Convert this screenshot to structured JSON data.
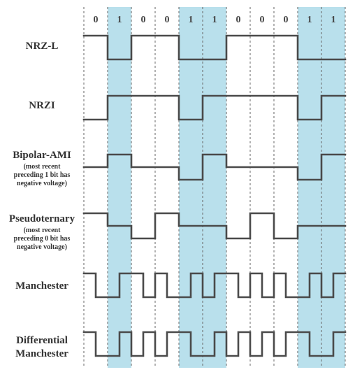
{
  "bits": [
    "0",
    "1",
    "0",
    "0",
    "1",
    "1",
    "0",
    "0",
    "0",
    "1",
    "1"
  ],
  "colors": {
    "band": "#b9e0ec",
    "line": "#4a4a4a",
    "grid": "#666666",
    "text": "#333333"
  },
  "rows": [
    {
      "id": "nrz-l",
      "title": "NRZ-L",
      "note": []
    },
    {
      "id": "nrzi",
      "title": "NRZI",
      "note": []
    },
    {
      "id": "bipolar-ami",
      "title": "Bipolar-AMI",
      "note": [
        "(most recent",
        "preceding 1 bit has",
        "negative voltage)"
      ]
    },
    {
      "id": "pseudoternary",
      "title": "Pseudoternary",
      "note": [
        "(most recent",
        "preceding 0 bit has",
        "negative voltage)"
      ]
    },
    {
      "id": "manchester",
      "title": "Manchester",
      "note": []
    },
    {
      "id": "differential-manchester",
      "title": "Differential",
      "title2": "Manchester",
      "note": []
    }
  ]
}
